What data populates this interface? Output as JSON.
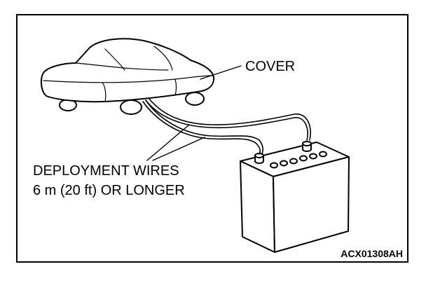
{
  "labels": {
    "cover": "COVER",
    "deployment_wires": "DEPLOYMENT WIRES",
    "wire_length": "6 m (20 ft) OR LONGER",
    "figure_code": "ACX01308AH"
  },
  "icons": {
    "car": "covered-car-icon",
    "battery": "battery-icon"
  },
  "colors": {
    "ink": "#000000",
    "background": "#ffffff"
  }
}
